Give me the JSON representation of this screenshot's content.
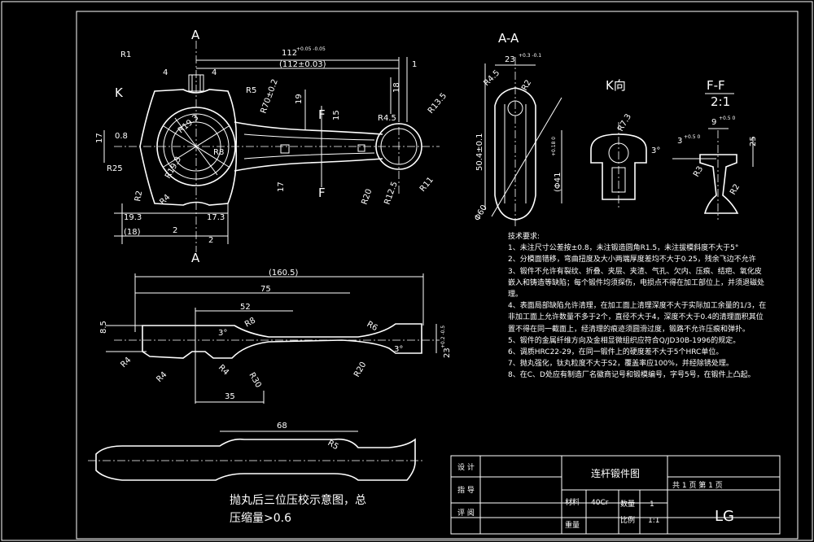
{
  "view_labels": {
    "section_a_top": "A",
    "section_a_bottom": "A",
    "k_label": "K",
    "f_top": "F",
    "f_bottom": "F",
    "section_aa": "A-A",
    "k_view": "K向",
    "section_ff": "F-F",
    "scale_ff": "2:1"
  },
  "dimensions": {
    "r1": "R1",
    "w4a": "4",
    "w4b": "4",
    "len112": "112",
    "len112_tol": "+0.05 -0.05",
    "len112_ref": "(112±0.03)",
    "one": "1",
    "r5": "R5",
    "r70": "R70±0.2",
    "d19": "19",
    "d15": "15",
    "d17a": "17",
    "d08": "0.8",
    "r193": "R19.3",
    "r8": "R8",
    "r45": "R4.5",
    "r135": "R13.5",
    "d18v": "18",
    "r25": "R25",
    "r4": "R4",
    "r2": "R2",
    "r193b": "R19.3",
    "r20": "R20",
    "r125": "R12.5",
    "r11": "R11",
    "d17b": "17",
    "l193": "19.3",
    "l18": "(18)",
    "l173": "17.3",
    "l2a": "2",
    "l2b": "2",
    "aa_23": "23",
    "aa_23tol": "+0.3 -0.1",
    "aa_r45": "R4.5",
    "aa_r2": "R2",
    "aa_504": "50.4±0.1",
    "aa_41": "(Φ41",
    "aa_41tol": "+0.18 0",
    "aa_60": "Φ60",
    "k_r73": "R7.3",
    "k_3deg": "3°",
    "ff_9": "9",
    "ff_9tol": "+0.5 0",
    "ff_3": "3",
    "ff_3tol": "+0.5 0",
    "ff_25": "25",
    "ff_r3": "R3",
    "ff_r2": "R2",
    "s_1605": "(160.5)",
    "s_75": "75",
    "s_52": "52",
    "s_85": "8.5",
    "s_3deg_a": "3°",
    "s_r8": "R8",
    "s_r6": "R6",
    "s_3deg_b": "3°",
    "s_23": "23",
    "s_23tol": "+0.2 -0.5",
    "s_r4a": "R4",
    "s_r4b": "R4",
    "s_r4c": "R4",
    "s_r30": "R30",
    "s_r20": "R20",
    "s_35": "35",
    "p_68": "68",
    "p_r5": "R5"
  },
  "notes": {
    "heading": "技术要求:",
    "lines": [
      "1、未注尺寸公差按±0.8，未注锻造圆角R1.5，未注拔模斜度不大于5°",
      "2、分模面错移，弯曲扭度及大小两端厚度差均不大于0.25，残余飞边不允许",
      "3、锻件不允许有裂纹、折叠、夹层、夹渣、气孔、欠内、压痕、结疤、氧化皮嵌入和铸造等缺陷；每个锻件均须探伤，电损点不得在加工部位上，并须退磁处理。",
      "4、表面局部缺陷允许清理，在加工面上清理深度不大于实际加工余量的1/3，在非加工面上允许数量不多于2个，直径不大于4，深度不大于0.4的清理面积其位置不得在同一截面上，经清理的痕迹须圆滑过度，锻路不允许压痕和弹扑。",
      "5、锻件的金属纤维方向及金相显微组织应符合Q/JD30B-1996的规定。",
      "6、调质HRC22-29，在同一锻件上的硬度差不大于5个HRC单位。",
      "7、抛丸强化，钛丸粒度不大于S2，覆盖率应100%，并经除锈处理。",
      "8、在C、D处应有制造厂名徽商记号和锻模编号，字号5号，在锻件上凸起。"
    ]
  },
  "caption": {
    "line1": "抛丸后三位压校示意图，总",
    "line2": "压缩量>0.6"
  },
  "title_block": {
    "design": "设 计",
    "guide": "指 导",
    "review": "评 阅",
    "title": "连杆锻件图",
    "material_label": "材料",
    "material": "40Cr",
    "qty_label": "数量",
    "qty": "1",
    "weight_label": "重量",
    "scale_label": "比例",
    "scale": "1:1",
    "sheets": "共  1   页  第  1  页",
    "code": "LG"
  }
}
